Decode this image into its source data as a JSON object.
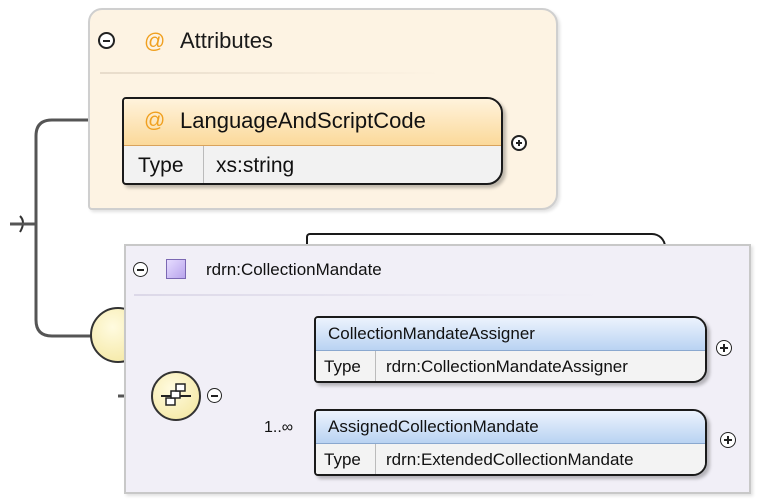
{
  "attributes_group": {
    "title": "Attributes",
    "at_symbol": "@"
  },
  "attribute": {
    "name": "LanguageAndScriptCode",
    "type_label": "Type",
    "type_value": "xs:string"
  },
  "complex_type": {
    "name": "rdrn:CollectionMandate"
  },
  "elements": [
    {
      "name": "CollectionMandateAssigner",
      "type_label": "Type",
      "type_value": "rdrn:CollectionMandateAssigner",
      "cardinality": ""
    },
    {
      "name": "AssignedCollectionMandate",
      "type_label": "Type",
      "type_value": "rdrn:ExtendedCollectionMandate",
      "cardinality": "1..∞"
    }
  ],
  "colors": {
    "attributes_bg": "#fdf3e3",
    "type_bg": "#f1eff7",
    "element_header": "#b9d3f2",
    "attribute_header": "#fbd99a",
    "compositor": "#f3e59a"
  }
}
